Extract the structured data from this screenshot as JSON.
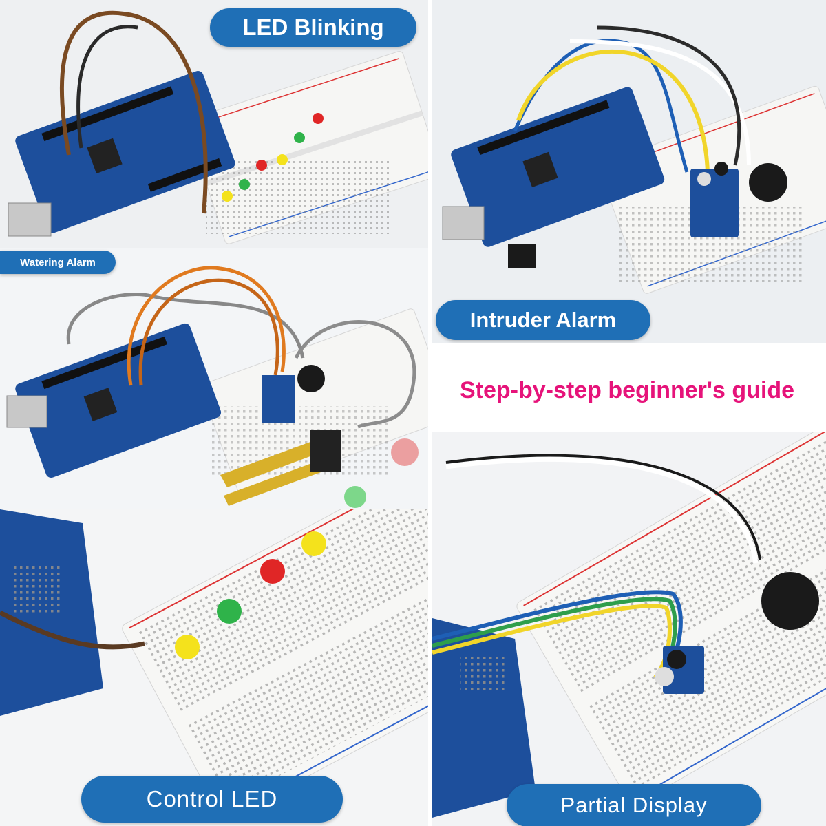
{
  "labels": {
    "led_blinking": "LED Blinking",
    "watering_alarm": "Watering Alarm",
    "intruder_alarm": "Intruder Alarm",
    "control_led": "Control LED",
    "partial_display": "Partial Display"
  },
  "headline": "Step-by-step beginner's guide",
  "colors": {
    "pill_blue": "#1f6fb6",
    "headline_magenta": "#e6137a",
    "board_blue": "#1d4f9c",
    "breadboard_white": "#f4f4f2"
  }
}
